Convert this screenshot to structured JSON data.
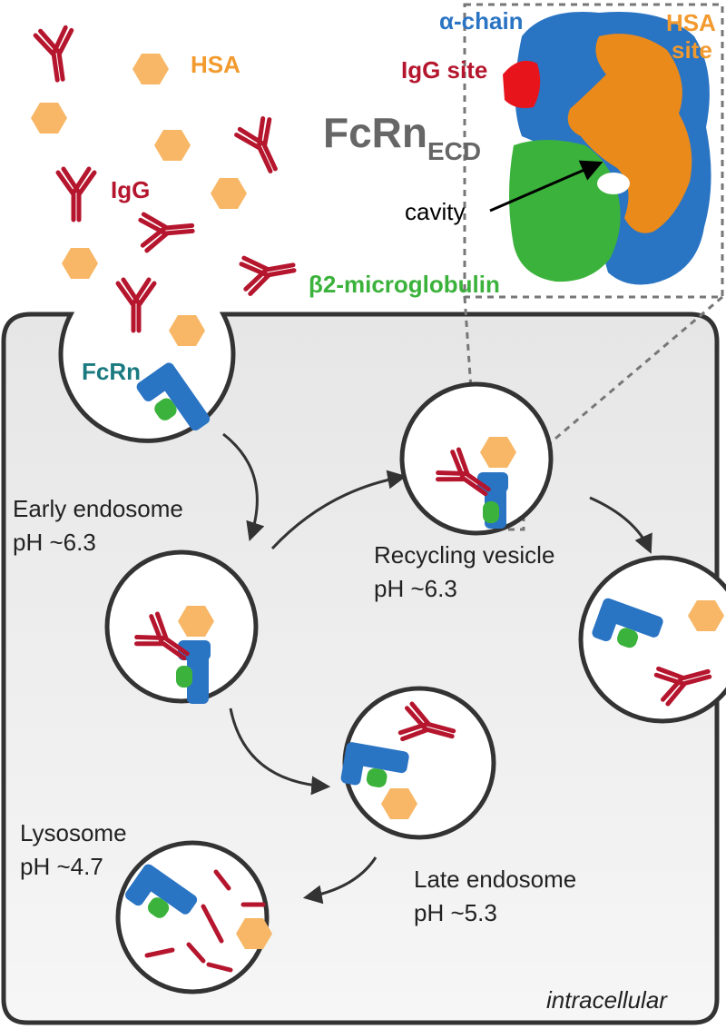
{
  "labels": {
    "hsa": "HSA",
    "igg": "IgG",
    "fcrn": "FcRn",
    "fcrn_ecd_main": "FcRn",
    "fcrn_ecd_sub": "ECD",
    "alpha_chain": "α-chain",
    "hsa_site_line1": "HSA",
    "hsa_site_line2": "site",
    "igg_site": "IgG site",
    "cavity": "cavity",
    "b2m": "β2-microglobulin",
    "early_endosome_name": "Early endosome",
    "early_endosome_ph": "pH ~6.3",
    "recycling_vesicle_name": "Recycling vesicle",
    "recycling_vesicle_ph": "pH ~6.3",
    "late_endosome_name": "Late endosome",
    "late_endosome_ph": "pH ~5.3",
    "lysosome_name": "Lysosome",
    "lysosome_ph": "pH ~4.7",
    "intracellular": "intracellular"
  },
  "colors": {
    "igg": "#b5162e",
    "hsa": "#f7b766",
    "hsa_text": "#f29a2e",
    "fcrn_alpha": "#2a74c4",
    "b2m": "#3bb23b",
    "igg_site": "#e8141c",
    "hsa_site": "#ea8a1a",
    "fcrn_text": "#1a7a80",
    "cell_fill": "#f1f1f1",
    "outline": "#333333"
  }
}
